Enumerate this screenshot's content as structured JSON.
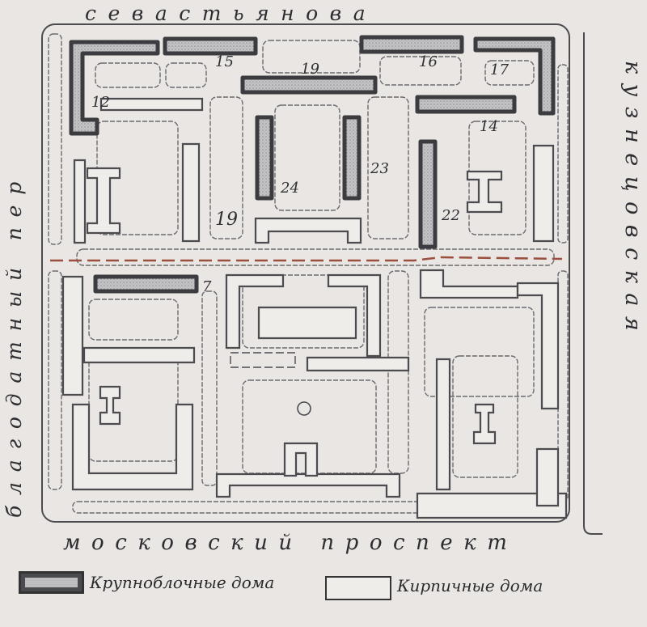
{
  "streets": {
    "top": "севастьянова",
    "bottom": "московский проспект",
    "left": "благодатный пер",
    "right": "кузнецовская"
  },
  "legend": {
    "large_block": "Крупноблочные дома",
    "brick": "Кирпичные дома"
  },
  "building_numbers": [
    "15",
    "19",
    "16",
    "17",
    "12",
    "14",
    "24",
    "23",
    "19",
    "22",
    "7"
  ],
  "colors": {
    "background": "#e9e6e3",
    "outline": "#4b4b50",
    "large_block_fill": "#4a4a4f",
    "large_block_inner": "#bdbdbf",
    "divider": "#9a4f3f"
  }
}
